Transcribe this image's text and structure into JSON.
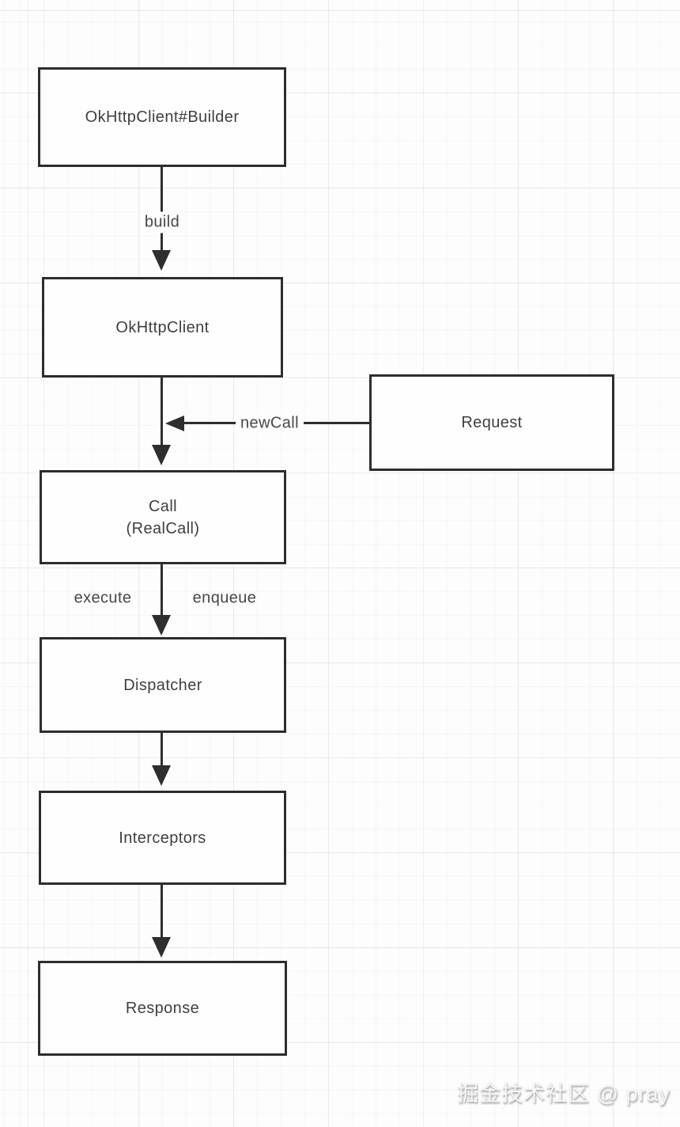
{
  "diagram": {
    "title_hint": "OkHttp request flow",
    "nodes": {
      "builder": {
        "label": "OkHttpClient#Builder"
      },
      "client": {
        "label": "OkHttpClient"
      },
      "request": {
        "label": "Request"
      },
      "call": {
        "label_line1": "Call",
        "label_line2": "(RealCall)"
      },
      "dispatcher": {
        "label": "Dispatcher"
      },
      "interceptors": {
        "label": "Interceptors"
      },
      "response": {
        "label": "Response"
      }
    },
    "edges": {
      "build": {
        "label": "build"
      },
      "newCall": {
        "label": "newCall"
      },
      "execute": {
        "label": "execute"
      },
      "enqueue": {
        "label": "enqueue"
      }
    }
  },
  "colors": {
    "background": "#fdfdfd",
    "box_border": "#2d2d2d",
    "box_fill": "#fefefe",
    "edge_stroke": "#2e2e2e",
    "node_text": "#3f3f3f",
    "edge_label_text": "#474747"
  },
  "watermark": {
    "text": "掘金技术社区 @ pray"
  }
}
